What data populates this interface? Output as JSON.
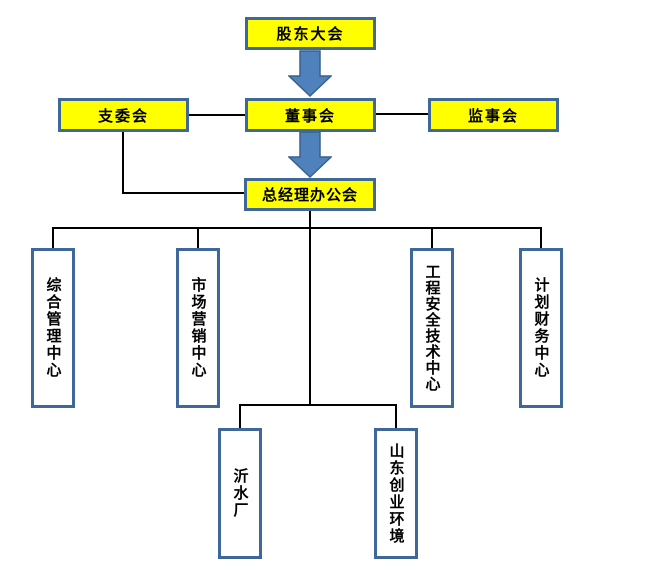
{
  "diagram": {
    "type": "org-chart",
    "nodes": {
      "shareholders": {
        "label": "股东大会"
      },
      "branch_committee": {
        "label": "支委会"
      },
      "board": {
        "label": "董事会"
      },
      "supervisory": {
        "label": "监事会"
      },
      "gm_office": {
        "label": "总经理办公会"
      },
      "departments": [
        {
          "id": "general-management-center",
          "label": "综合管理中心"
        },
        {
          "id": "marketing-center",
          "label": "市场营销中心"
        },
        {
          "id": "engineering-safety-tech-center",
          "label": "工程安全技术中心"
        },
        {
          "id": "planning-finance-center",
          "label": "计划财务中心"
        }
      ],
      "subsidiaries": [
        {
          "id": "yishui-plant",
          "label": "沂水厂"
        },
        {
          "id": "shandong-chuangye-environment",
          "label": "山东创业环境"
        }
      ]
    },
    "edges": [
      {
        "from": "股东大会",
        "to": "董事会",
        "style": "block-arrow"
      },
      {
        "from": "董事会",
        "to": "支委会",
        "style": "line"
      },
      {
        "from": "董事会",
        "to": "监事会",
        "style": "line"
      },
      {
        "from": "支委会",
        "to": "总经理办公会",
        "style": "elbow-line"
      },
      {
        "from": "董事会",
        "to": "总经理办公会",
        "style": "block-arrow"
      },
      {
        "from": "总经理办公会",
        "to": "综合管理中心",
        "style": "line"
      },
      {
        "from": "总经理办公会",
        "to": "市场营销中心",
        "style": "line"
      },
      {
        "from": "总经理办公会",
        "to": "工程安全技术中心",
        "style": "line"
      },
      {
        "from": "总经理办公会",
        "to": "计划财务中心",
        "style": "line"
      },
      {
        "from": "总经理办公会",
        "to": "沂水厂",
        "style": "line"
      },
      {
        "from": "总经理办公会",
        "to": "山东创业环境",
        "style": "line"
      }
    ],
    "colors": {
      "node_fill_yellow": "#ffff00",
      "node_fill_white": "#ffffff",
      "node_border_blue": "#3d6899",
      "arrow_fill": "#4f81bd",
      "arrow_stroke": "#38618c",
      "connector_line": "#000000"
    }
  }
}
